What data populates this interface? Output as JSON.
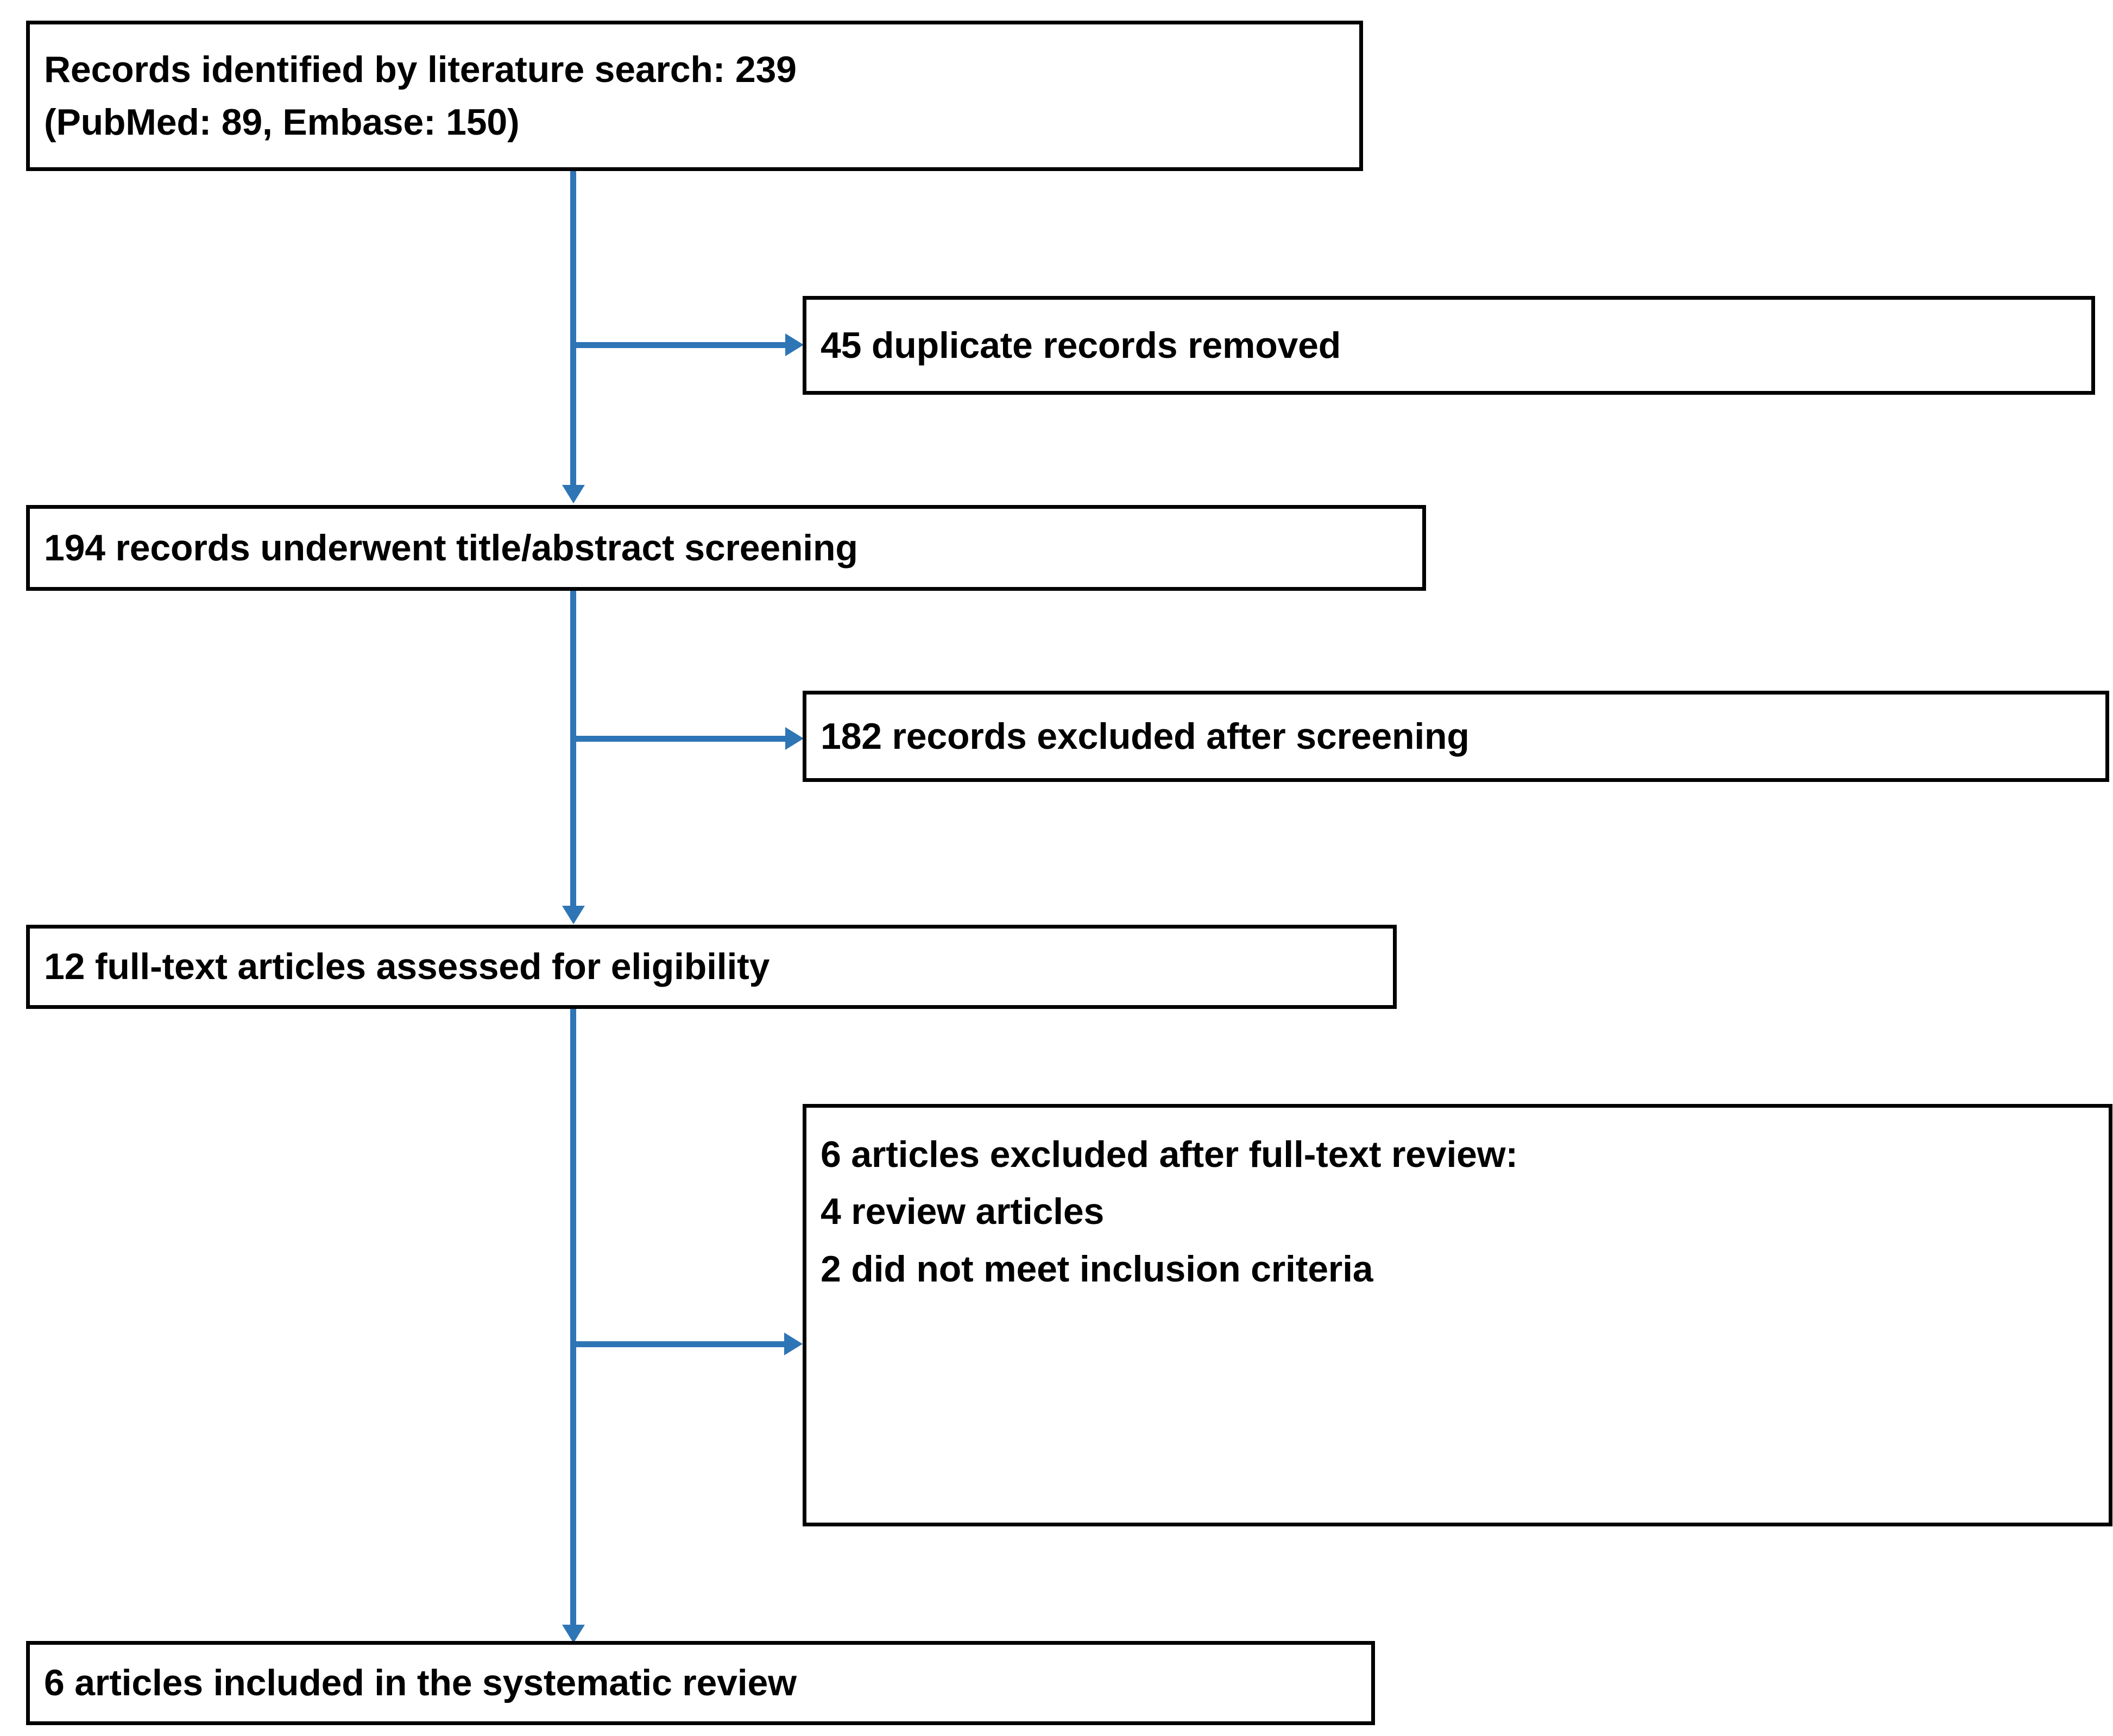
{
  "diagram": {
    "type": "prisma-flow-diagram",
    "title": "",
    "colors": {
      "box_border": "#000000",
      "box_fill": "#ffffff",
      "connector": "#2E75B6",
      "text": "#000000"
    },
    "nodes": [
      {
        "id": "identified",
        "role": "identification",
        "lines": [
          "Records identified by literature search: 239",
          "(PubMed: 89, Embase: 150)"
        ]
      },
      {
        "id": "duplicates-removed",
        "role": "exclusion",
        "lines": [
          "45 duplicate records removed"
        ]
      },
      {
        "id": "screened",
        "role": "screening",
        "lines": [
          "194 records underwent title/abstract screening"
        ]
      },
      {
        "id": "screening-excluded",
        "role": "exclusion",
        "lines": [
          "182 records excluded after screening"
        ]
      },
      {
        "id": "fulltext-assessed",
        "role": "eligibility",
        "lines": [
          "12 full-text articles assessed for eligibility"
        ]
      },
      {
        "id": "fulltext-excluded",
        "role": "exclusion",
        "lines": [
          "6 articles excluded after full-text review:",
          "4 review articles",
          "2 did not meet inclusion criteria"
        ]
      },
      {
        "id": "included",
        "role": "included",
        "lines": [
          "6 articles included in the systematic review"
        ]
      }
    ],
    "counts": {
      "records_identified": 239,
      "pubmed": 89,
      "embase": 150,
      "duplicates_removed": 45,
      "records_screened": 194,
      "records_excluded_screening": 182,
      "fulltext_assessed": 12,
      "fulltext_excluded": 6,
      "fulltext_excluded_reviews": 4,
      "fulltext_excluded_criteria": 2,
      "articles_included": 6
    },
    "edges": [
      {
        "from": "identified",
        "to": "screened",
        "kind": "down"
      },
      {
        "from": "identified",
        "to": "duplicates-removed",
        "kind": "branch-right"
      },
      {
        "from": "screened",
        "to": "fulltext-assessed",
        "kind": "down"
      },
      {
        "from": "screened",
        "to": "screening-excluded",
        "kind": "branch-right"
      },
      {
        "from": "fulltext-assessed",
        "to": "included",
        "kind": "down"
      },
      {
        "from": "fulltext-assessed",
        "to": "fulltext-excluded",
        "kind": "branch-right"
      }
    ]
  }
}
